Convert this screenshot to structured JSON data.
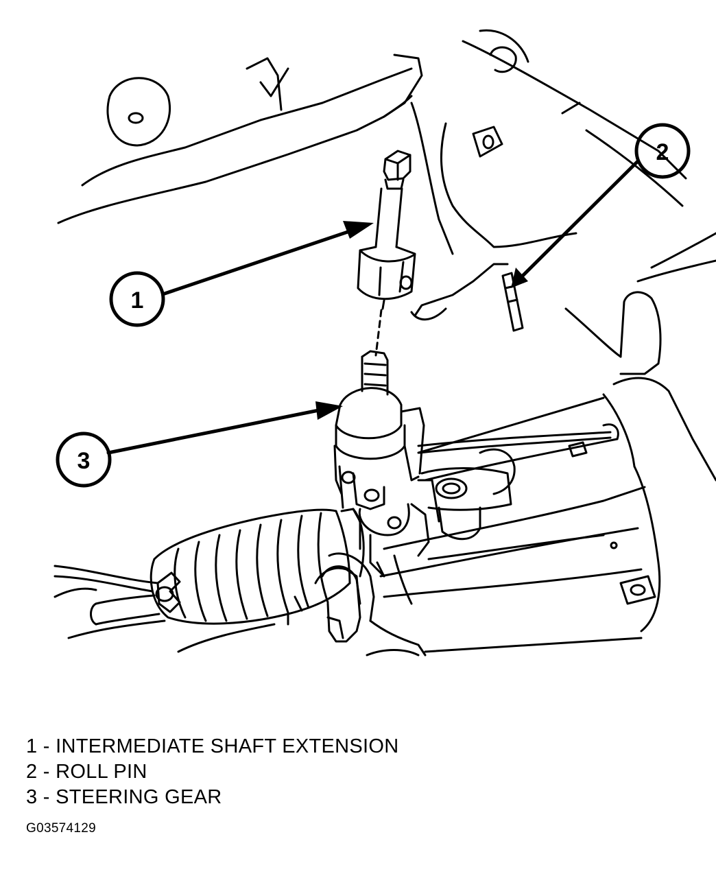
{
  "callouts": [
    {
      "number": "1"
    },
    {
      "number": "2"
    },
    {
      "number": "3"
    }
  ],
  "legend": {
    "items": [
      {
        "text": "1 - INTERMEDIATE SHAFT EXTENSION"
      },
      {
        "text": "2 - ROLL PIN"
      },
      {
        "text": "3 - STEERING GEAR"
      }
    ]
  },
  "figure_id": "G03574129",
  "colors": {
    "ink": "#000000",
    "paper": "#ffffff"
  }
}
